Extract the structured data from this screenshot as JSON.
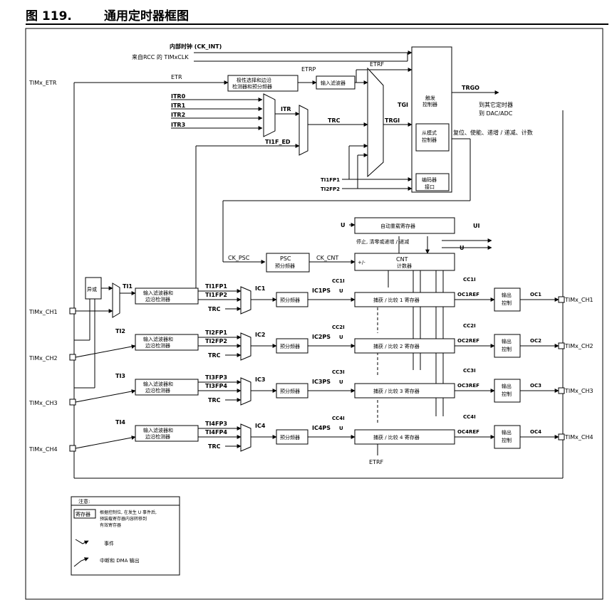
{
  "figure": {
    "number": "图 119.",
    "title": "通用定时器框图"
  },
  "labels": {
    "ck_int": "内部时钟 (CK_INT)",
    "rcc_clk": "来自RCC 的 TIMxCLK",
    "etr": "ETR",
    "etrp": "ETRP",
    "etrf": "ETRF",
    "etrf_bottom": "ETRF",
    "timx_etr": "TIMx_ETR",
    "polarity_block_1": "极性选择和边沿",
    "polarity_block_2": "检测器和预分频器",
    "input_filter": "输入滤波器",
    "itr0": "ITR0",
    "itr1": "ITR1",
    "itr2": "ITR2",
    "itr3": "ITR3",
    "itr": "ITR",
    "trc": "TRC",
    "ti1f_ed": "TI1F_ED",
    "tgi": "TGI",
    "trgi": "TRGI",
    "trigger_ctrl_1": "触发",
    "trigger_ctrl_2": "控制器",
    "trgo": "TRGO",
    "to_other_timers": "到其它定时器",
    "to_dac_adc": "到 DAC/ADC",
    "slave_mode_1": "从模式",
    "slave_mode_2": "控制器",
    "slave_mode_actions": "复位、使能、递增 / 递减、计数",
    "ti1fp1_enc": "TI1FP1",
    "ti2fp2_enc": "TI2FP2",
    "encoder_1": "编码器",
    "encoder_2": "接口",
    "u": "U",
    "ui": "UI",
    "auto_reload": "自动重载寄存器",
    "stop_clear": "停止, 清零或递增 / 递减",
    "ck_psc": "CK_PSC",
    "psc": "PSC",
    "psc_sub": "预分频器",
    "ck_cnt": "CK_CNT",
    "plus_minus": "+/-",
    "cnt": "CNT",
    "cnt_sub": "计数器",
    "xor": "异或",
    "filter_edge_1": "输入滤波器和",
    "filter_edge_2": "边沿检测器",
    "prescaler": "预分频器",
    "output_ctrl_1": "输出",
    "output_ctrl_2": "控制"
  },
  "channels": [
    {
      "pin": "TIMx_CH1",
      "ti": "TI1",
      "fp_a": "TI1FP1",
      "fp_b": "TI1FP2",
      "ic": "IC1",
      "icps": "IC1PS",
      "cci": "CC1I",
      "ccr": "捕获 / 比较 1 寄存器",
      "ccr_cci": "CC1I",
      "ocref": "OC1REF",
      "oc": "OC1",
      "out_pin": "TIMx_CH1"
    },
    {
      "pin": "TIMx_CH2",
      "ti": "TI2",
      "fp_a": "TI2FP1",
      "fp_b": "TI2FP2",
      "ic": "IC2",
      "icps": "IC2PS",
      "cci": "CC2I",
      "ccr": "捕获 / 比较 2 寄存器",
      "ccr_cci": "CC2I",
      "ocref": "OC2REF",
      "oc": "OC2",
      "out_pin": "TIMx_CH2"
    },
    {
      "pin": "TIMx_CH3",
      "ti": "TI3",
      "fp_a": "TI3FP3",
      "fp_b": "TI3FP4",
      "ic": "IC3",
      "icps": "IC3PS",
      "cci": "CC3I",
      "ccr": "捕获 / 比较 3 寄存器",
      "ccr_cci": "CC3I",
      "ocref": "OC3REF",
      "oc": "OC3",
      "out_pin": "TIMx_CH3"
    },
    {
      "pin": "TIMx_CH4",
      "ti": "TI4",
      "fp_a": "TI4FP3",
      "fp_b": "TI4FP4",
      "ic": "IC4",
      "icps": "IC4PS",
      "cci": "CC4I",
      "ccr": "捕获 / 比较 4 寄存器",
      "ccr_cci": "CC4I",
      "ocref": "OC4REF",
      "oc": "OC4",
      "out_pin": "TIMx_CH4"
    }
  ],
  "legend": {
    "title": "注意:",
    "reg_box": "寄存器",
    "reg_desc_1": "根据控制位, 在发生 U 事件后,",
    "reg_desc_2": "预装载寄存器内容转移到",
    "reg_desc_3": "有效寄存器",
    "event": "事件",
    "irq_dma": "中断和 DMA 输出"
  }
}
